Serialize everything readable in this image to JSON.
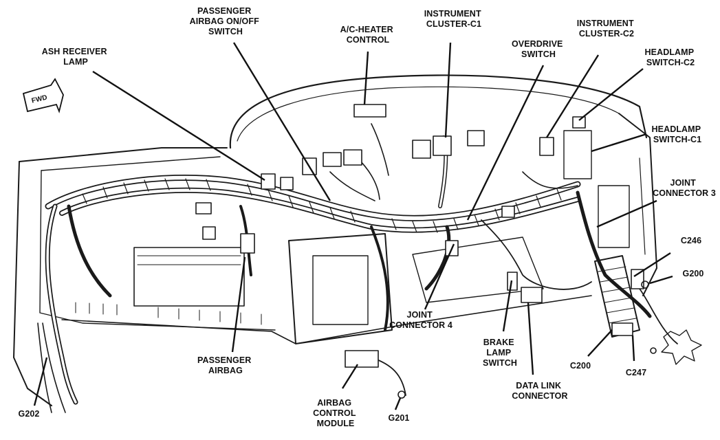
{
  "diagram": {
    "orientation_badge": "FWD",
    "callouts": [
      {
        "id": "ash-receiver-lamp",
        "lines": [
          "ASH RECEIVER",
          "LAMP"
        ]
      },
      {
        "id": "passenger-airbag-switch",
        "lines": [
          "PASSENGER",
          "AIRBAG ON/OFF",
          "SWITCH"
        ]
      },
      {
        "id": "ac-heater-control",
        "lines": [
          "A/C-HEATER",
          "CONTROL"
        ]
      },
      {
        "id": "instrument-cluster-c1",
        "lines": [
          "INSTRUMENT",
          "CLUSTER-C1"
        ]
      },
      {
        "id": "overdrive-switch",
        "lines": [
          "OVERDRIVE",
          "SWITCH"
        ]
      },
      {
        "id": "instrument-cluster-c2",
        "lines": [
          "INSTRUMENT",
          "CLUSTER-C2"
        ]
      },
      {
        "id": "headlamp-switch-c2",
        "lines": [
          "HEADLAMP",
          "SWITCH-C2"
        ]
      },
      {
        "id": "headlamp-switch-c1",
        "lines": [
          "HEADLAMP",
          "SWITCH-C1"
        ]
      },
      {
        "id": "joint-connector-3",
        "lines": [
          "JOINT",
          "CONNECTOR 3"
        ]
      },
      {
        "id": "c246",
        "lines": [
          "C246"
        ]
      },
      {
        "id": "g200",
        "lines": [
          "G200"
        ]
      },
      {
        "id": "joint-connector-4",
        "lines": [
          "JOINT",
          "CONNECTOR 4"
        ]
      },
      {
        "id": "brake-lamp-switch",
        "lines": [
          "BRAKE",
          "LAMP",
          "SWITCH"
        ]
      },
      {
        "id": "data-link-connector",
        "lines": [
          "DATA LINK",
          "CONNECTOR"
        ]
      },
      {
        "id": "c200",
        "lines": [
          "C200"
        ]
      },
      {
        "id": "c247",
        "lines": [
          "C247"
        ]
      },
      {
        "id": "passenger-airbag",
        "lines": [
          "PASSENGER",
          "AIRBAG"
        ]
      },
      {
        "id": "airbag-control-module",
        "lines": [
          "AIRBAG",
          "CONTROL",
          "MODULE"
        ]
      },
      {
        "id": "g201",
        "lines": [
          "G201"
        ]
      },
      {
        "id": "g202",
        "lines": [
          "G202"
        ]
      }
    ]
  }
}
